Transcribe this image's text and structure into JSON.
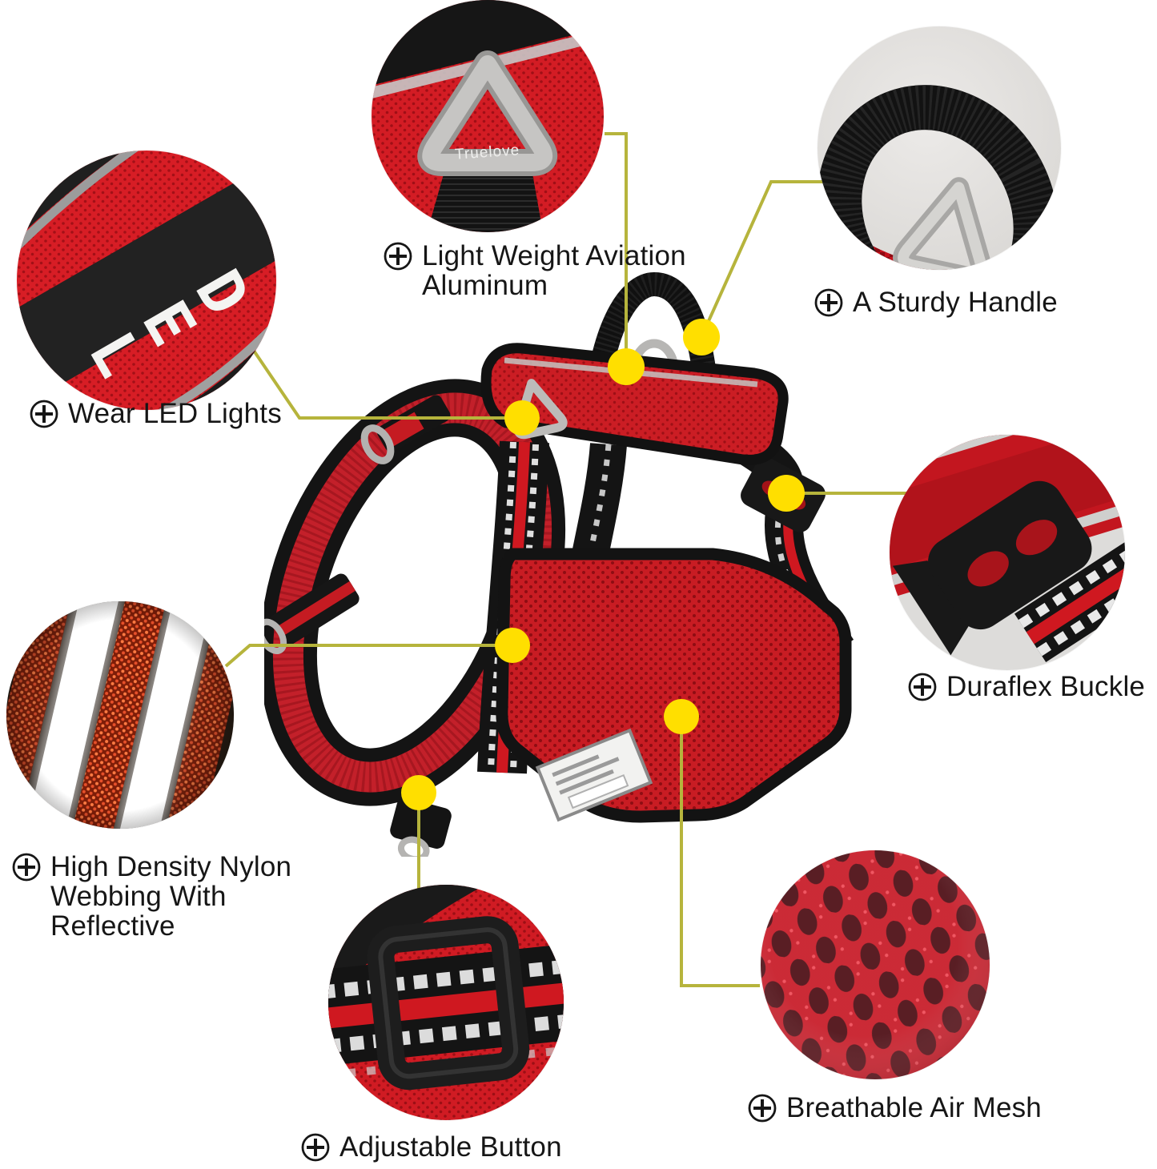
{
  "figure": {
    "kind": "product feature infographic",
    "subject": "red no-pull dog harness with seven circular zoom callouts",
    "brand_text": "Truelove",
    "led_strap_text": "LED"
  },
  "callouts": [
    {
      "id": "aluminum",
      "icon": "plus-circle-icon",
      "lines": [
        "Light Weight Aviation",
        "Aluminum"
      ],
      "photo": "aluminum triangle d-ring engraved Truelove on red fabric"
    },
    {
      "id": "handle",
      "icon": "plus-circle-icon",
      "lines": [
        "A Sturdy Handle"
      ],
      "photo": "black nylon handle loop with metal triangle ring"
    },
    {
      "id": "led",
      "icon": "plus-circle-icon",
      "lines": [
        "Wear LED Lights"
      ],
      "photo": "black webbing strap woven with LED on red fabric"
    },
    {
      "id": "buckle",
      "icon": "plus-circle-icon",
      "lines": [
        "Duraflex Buckle"
      ],
      "photo": "black side-release buckle on red reflective webbing"
    },
    {
      "id": "webbing",
      "icon": "plus-circle-icon",
      "lines": [
        "High Density Nylon",
        "Webbing With",
        "Reflective"
      ],
      "photo": "glowing white reflective stripes on nylon webbing"
    },
    {
      "id": "adjuster",
      "icon": "plus-circle-icon",
      "lines": [
        "Adjustable Button"
      ],
      "photo": "black slider adjuster over striped reflective webbing"
    },
    {
      "id": "mesh",
      "icon": "plus-circle-icon",
      "lines": [
        "Breathable Air Mesh"
      ],
      "photo": "red air mesh fabric with ventilation holes"
    }
  ],
  "colors": {
    "background": "#ffffff",
    "text": "#161616",
    "leader_line": "#b6b43c",
    "marker_dot": "#ffdf00",
    "harness_red": "#cb1d24",
    "webbing_black": "#161616",
    "hardware_silver": "#bcbbb9"
  }
}
